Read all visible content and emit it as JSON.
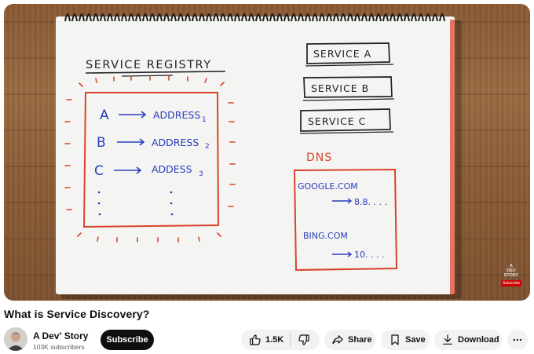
{
  "video": {
    "title": "What is Service Discovery?",
    "whiteboard": {
      "registry_heading": "SERVICE REGISTRY",
      "registry_rows": [
        {
          "key": "A",
          "value": "ADDRESS",
          "suffix": "1"
        },
        {
          "key": "B",
          "value": "ADDRESS",
          "suffix": "2"
        },
        {
          "key": "C",
          "value": "ADDESS",
          "suffix": "3"
        }
      ],
      "services": [
        "SERVICE A",
        "SERVICE B",
        "SERVICE C"
      ],
      "dns_heading": "DNS",
      "dns_entries": [
        {
          "domain": "GOOGLE.COM",
          "ip": "8.8. . . ."
        },
        {
          "domain": "BING.COM",
          "ip": "10. . . ."
        }
      ]
    },
    "watermark": {
      "line1": "A",
      "line2": "DEV",
      "line3": "STORY",
      "subscribe": "Subscribe"
    }
  },
  "owner": {
    "channel_name": "A Dev' Story",
    "subscribers": "103K subscribers",
    "subscribe_label": "Subscribe"
  },
  "actions": {
    "like_count": "1.5K",
    "share_label": "Share",
    "save_label": "Save",
    "download_label": "Download"
  }
}
